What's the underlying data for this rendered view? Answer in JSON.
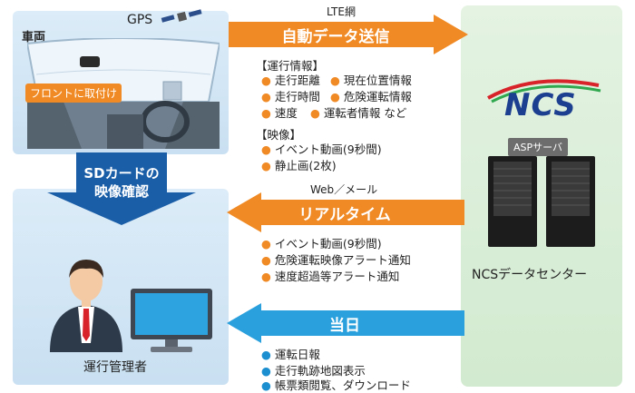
{
  "vehicle": {
    "label": "車両",
    "gps_label": "GPS",
    "mount_tag": "フロントに取付け"
  },
  "sd_arrow": {
    "line1": "SDカードの",
    "line2": "映像確認"
  },
  "manager": {
    "label": "運行管理者"
  },
  "ncs": {
    "logo_text": "NCS",
    "asp_tag": "ASPサーバ",
    "center_label": "NCSデータセンター"
  },
  "arrow_top": {
    "caption": "LTE網",
    "label": "自動データ送信",
    "color": "#f08a24"
  },
  "operation_info": {
    "heading": "【運行情報】",
    "items": [
      "走行距離",
      "現在位置情報",
      "走行時間",
      "危険運転情報",
      "速度",
      "運転者情報 など"
    ]
  },
  "video_info": {
    "heading": "【映像】",
    "items": [
      "イベント動画(9秒間)",
      "静止画(2枚)"
    ]
  },
  "arrow_mid": {
    "caption": "Web／メール",
    "label": "リアルタイム",
    "color": "#f08a24",
    "items": [
      "イベント動画(9秒間)",
      "危険運転映像アラート通知",
      "速度超過等アラート通知"
    ]
  },
  "arrow_bottom": {
    "label": "当日",
    "color": "#2aa0dc",
    "items": [
      "運転日報",
      "走行軌跡地図表示",
      "帳票類閲覧、ダウンロード"
    ]
  }
}
